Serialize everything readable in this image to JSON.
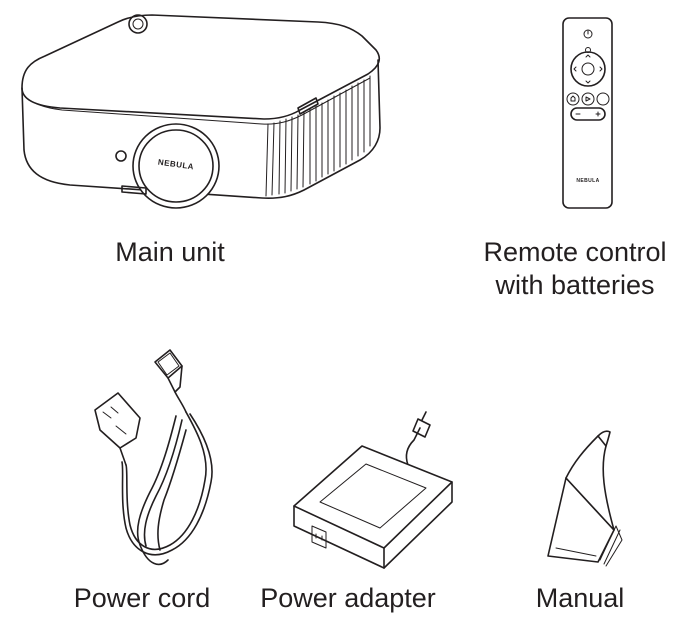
{
  "items": [
    {
      "id": "main-unit",
      "label_lines": [
        "Main unit"
      ],
      "icon": "projector-illustration",
      "logo_text": "NEBULA"
    },
    {
      "id": "remote-control",
      "label_lines": [
        "Remote control",
        "with batteries"
      ],
      "icon": "remote-control-illustration",
      "logo_text": "NEBULA"
    },
    {
      "id": "power-cord",
      "label_lines": [
        "Power cord"
      ],
      "icon": "power-cord-illustration"
    },
    {
      "id": "power-adapter",
      "label_lines": [
        "Power adapter"
      ],
      "icon": "power-adapter-illustration"
    },
    {
      "id": "manual",
      "label_lines": [
        "Manual"
      ],
      "icon": "manual-booklet-illustration"
    }
  ],
  "colors": {
    "line": "#231f20",
    "background": "#ffffff"
  }
}
